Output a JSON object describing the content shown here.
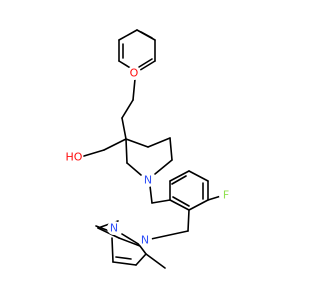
{
  "image": {
    "type": "2D chemical structure diagram",
    "background": "#ffffff",
    "bond_color": "#000000"
  },
  "atom_labels": [
    {
      "id": "O-ether",
      "text": "O",
      "color": "#ff0d0d"
    },
    {
      "id": "O-hydroxyl",
      "text": "HO",
      "color": "#ff0d0d"
    },
    {
      "id": "N-piperidine",
      "text": "N",
      "color": "#3050f8"
    },
    {
      "id": "F",
      "text": "F",
      "color": "#90e050"
    },
    {
      "id": "N-pyrazole-2",
      "text": "N",
      "color": "#3050f8"
    },
    {
      "id": "N-pyrazole-1",
      "text": "N",
      "color": "#3050f8"
    }
  ]
}
